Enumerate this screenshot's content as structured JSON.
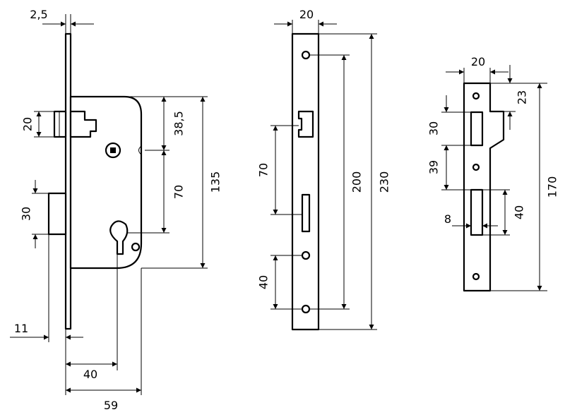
{
  "lock_body": {
    "dims": {
      "faceplate_thickness": "2,5",
      "latch_height": "20",
      "deadbolt_height": "30",
      "backset_projection": "11",
      "spindle_offset": "38,5",
      "spindle_to_cylinder": "70",
      "case_height": "135",
      "backset": "40",
      "case_depth": "59"
    }
  },
  "faceplate": {
    "dims": {
      "width": "20",
      "slot_spacing": "70",
      "screw_spacing": "40",
      "screw_to_screw": "200",
      "total_length": "230"
    }
  },
  "strike_plate": {
    "dims": {
      "width": "20",
      "top_offset": "23",
      "latch_opening": "30",
      "opening_gap": "39",
      "bolt_opening": "40",
      "lip_depth": "8",
      "total_length": "170"
    }
  }
}
